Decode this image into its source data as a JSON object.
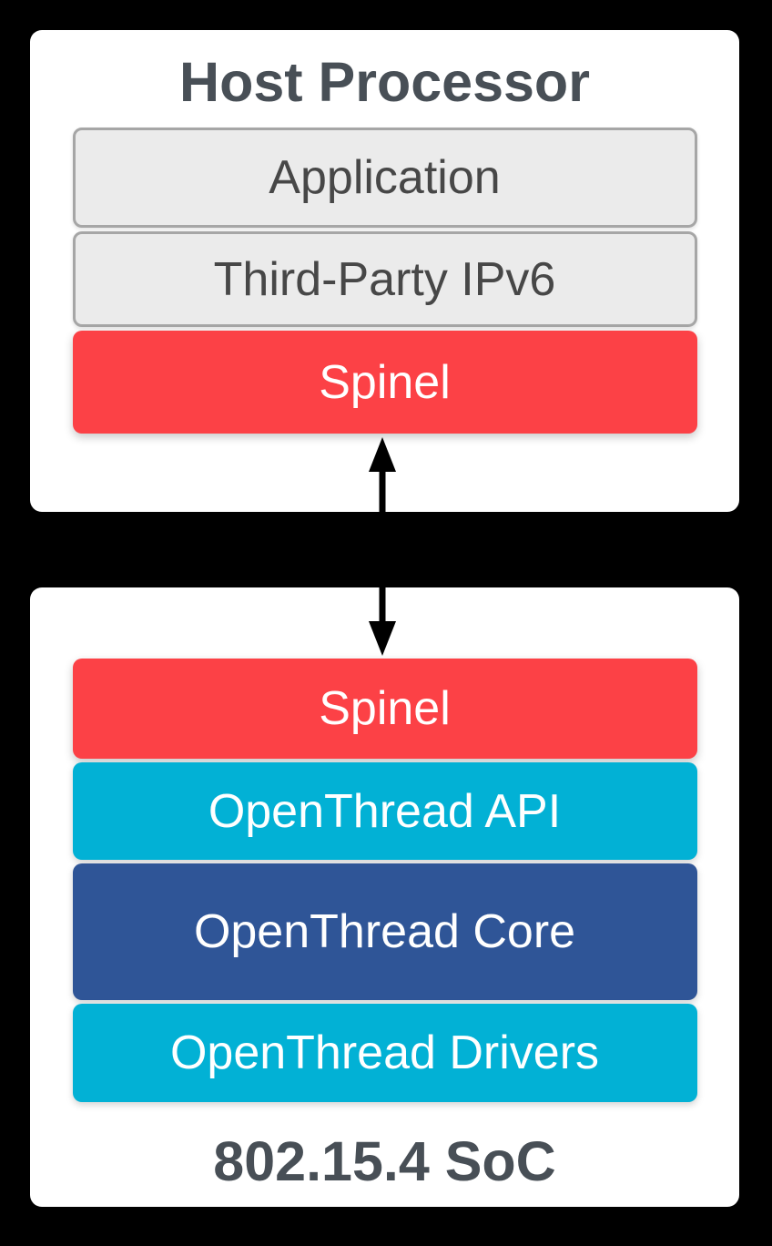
{
  "host_card": {
    "title": "Host Processor",
    "layers": [
      {
        "label": "Application",
        "type": "gray"
      },
      {
        "label": "Third-Party IPv6",
        "type": "gray"
      },
      {
        "label": "Spinel",
        "type": "red"
      }
    ]
  },
  "soc_card": {
    "title": "802.15.4 SoC",
    "layers": [
      {
        "label": "Spinel",
        "type": "red"
      },
      {
        "label": "OpenThread API",
        "type": "cyan"
      },
      {
        "label": "OpenThread Core",
        "type": "blue"
      },
      {
        "label": "OpenThread Drivers",
        "type": "cyan"
      }
    ]
  },
  "connector": {
    "type": "bidirectional-arrow",
    "connects": [
      "Spinel (Host Processor)",
      "Spinel (802.15.4 SoC)"
    ]
  },
  "colors": {
    "background": "#000000",
    "red": "#FC4146",
    "cyan": "#02B1D5",
    "blue": "#2F5597",
    "gray_fill": "#EBEBEB",
    "gray_border": "#A6A6A6",
    "gray_text": "#474747",
    "title_text": "#484F56",
    "arrow": "#000000"
  }
}
